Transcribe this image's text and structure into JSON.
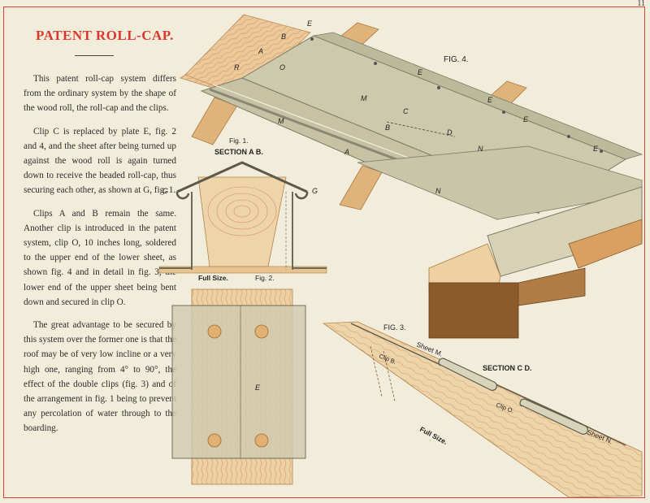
{
  "page_number": "11",
  "title": "PATENT ROLL-CAP.",
  "paragraphs": [
    "This patent roll-cap system differs from the ordinary system by the shape of the wood roll, the roll-cap and the clips.",
    "Clip C is replaced by plate E, fig. 2 and 4, and the sheet after being turned up against the wood roll is again turned down to receive the beaded roll-cap, thus securing each other, as shown at G, fig. 1.",
    "Clips A and B remain the same. Another clip is introduced in the patent system, clip O, 10 inches long, soldered to the upper end of the lower sheet, as shown fig. 4 and in detail in fig. 3, the lower end of the upper sheet being bent down and secured in clip O.",
    "The great advantage to be secured by this system over the former one is that the roof may be of very low incline or a very high one, ranging from 4° to 90°, the effect of the double clips (fig. 3) and of the arrangement in fig. 1 being to prevent any percolation of water through to the boarding."
  ],
  "fig4": {
    "title": "FIG. 4.",
    "labels": [
      "E",
      "B",
      "A",
      "O",
      "R",
      "E",
      "E",
      "E",
      "E",
      "M",
      "M",
      "C",
      "B",
      "D",
      "A",
      "N",
      "N"
    ]
  },
  "fig1": {
    "title": "Fig. 1.",
    "subtitle": "SECTION A B.",
    "left_label": "G",
    "right_label": "G",
    "caption": "Full Size."
  },
  "fig2": {
    "title": "Fig. 2.",
    "plate_label": "E"
  },
  "fig3": {
    "title": "FIG. 3.",
    "section": "SECTION C D.",
    "sheet_m": "Sheet M.",
    "clip_b": "Clip B.",
    "clip_o": "Clip O.",
    "sheet_n": "Sheet N.",
    "caption": "Full Size."
  },
  "colors": {
    "frame": "#d6423a",
    "title": "#d8382f",
    "wood": "#e9c79a",
    "metal": "#c9c5a8",
    "dark_wood": "#8c5a2c"
  }
}
